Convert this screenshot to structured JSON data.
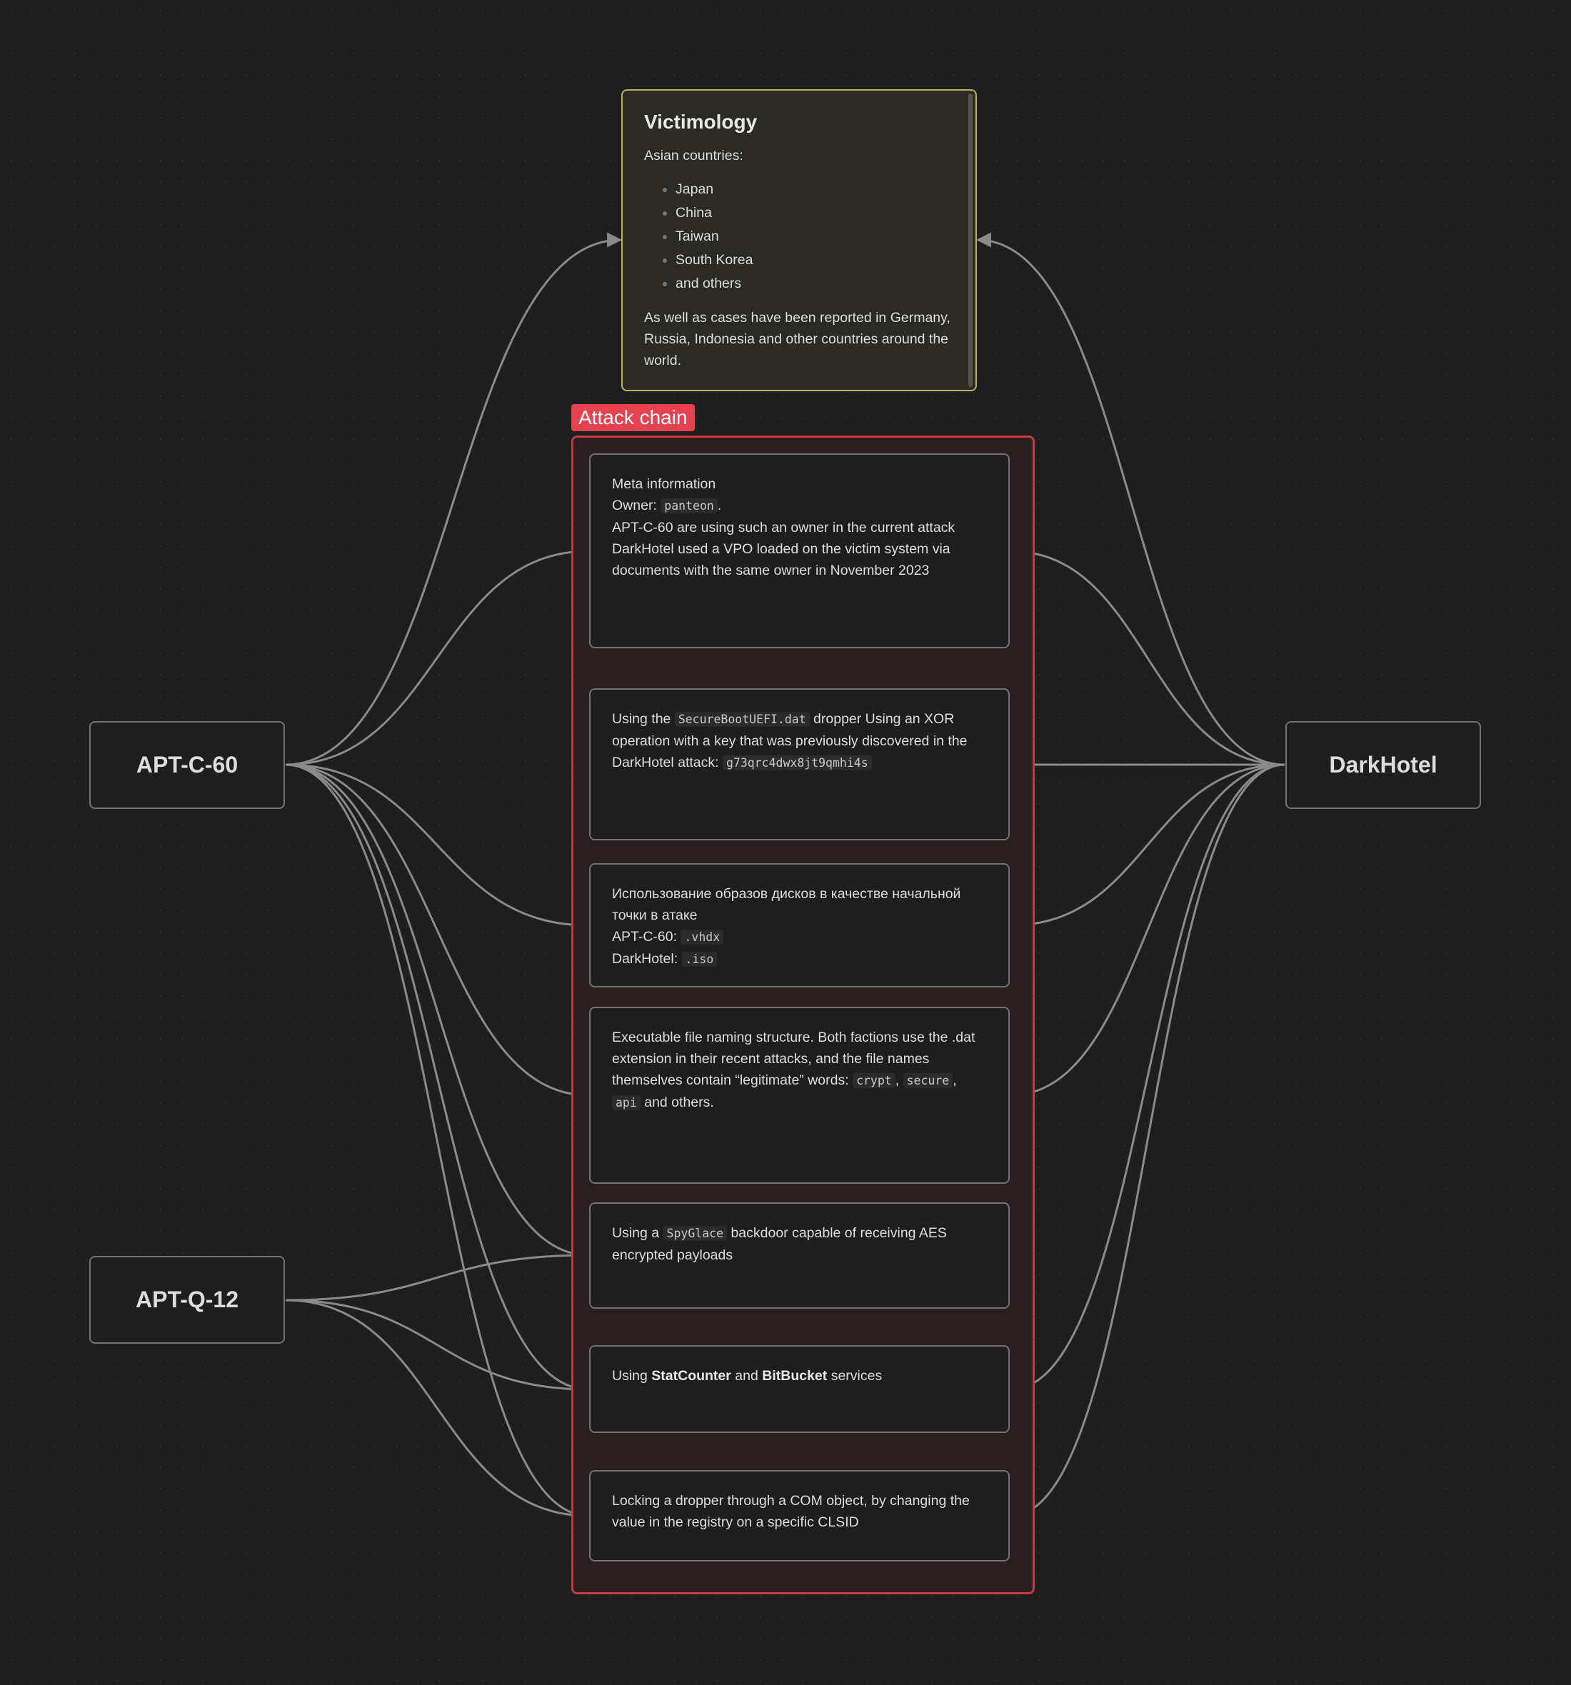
{
  "group": {
    "label": "Attack chain"
  },
  "nodes": {
    "apt_c60": "APT-C-60",
    "apt_q12": "APT-Q-12",
    "darkhotel": "DarkHotel"
  },
  "victimology": {
    "title": "Victimology",
    "intro": "Asian countries:",
    "countries": [
      "Japan",
      "China",
      "Taiwan",
      "South Korea",
      "and others"
    ],
    "note": "As well as cases have been reported in Germany, Russia, Indonesia and other countries around the world."
  },
  "cards": {
    "meta": {
      "title": "Meta information",
      "owner_label": "Owner: ",
      "owner_value": "panteon",
      "owner_suffix": ".",
      "line2": "APT-C-60 are using such an owner in the current attack",
      "line3": "DarkHotel used a VPO loaded on the victim system via documents with the same owner in November 2023"
    },
    "dropper": {
      "t1": "Using the ",
      "code1": "SecureBootUEFI.dat",
      "t2": " dropper Using an XOR operation with a key that was previously discovered in the DarkHotel attack: ",
      "code2": "g73qrc4dwx8jt9qmhi4s"
    },
    "disks": {
      "line1": "Использование образов дисков в качестве начальной точки в атаке",
      "c60_label": "APT-C-60: ",
      "c60_value": ".vhdx",
      "dh_label": "DarkHotel: ",
      "dh_value": ".iso"
    },
    "naming": {
      "t1": "Executable file naming structure. Both factions use the .dat extension in their recent attacks, and the file names themselves contain “legitimate” words: ",
      "code1": "crypt",
      "sep1": ", ",
      "code2": "secure",
      "sep2": ", ",
      "code3": "api",
      "t2": " and others."
    },
    "spyglace": {
      "t1": "Using a ",
      "code1": "SpyGlace",
      "t2": " backdoor capable of receiving AES encrypted payloads"
    },
    "services": {
      "t1": "Using ",
      "b1": "StatCounter",
      "t2": " and ",
      "b2": "BitBucket",
      "t3": " services"
    },
    "com": {
      "text": "Locking a dropper through a COM object, by changing the value in the registry on a specific CLSID"
    }
  },
  "colors": {
    "background": "#1e1e1e",
    "edge": "#8a8a8a",
    "group_border": "#c53a44",
    "group_label_bg": "#e5414f",
    "victimology_border": "#b2b55c"
  }
}
